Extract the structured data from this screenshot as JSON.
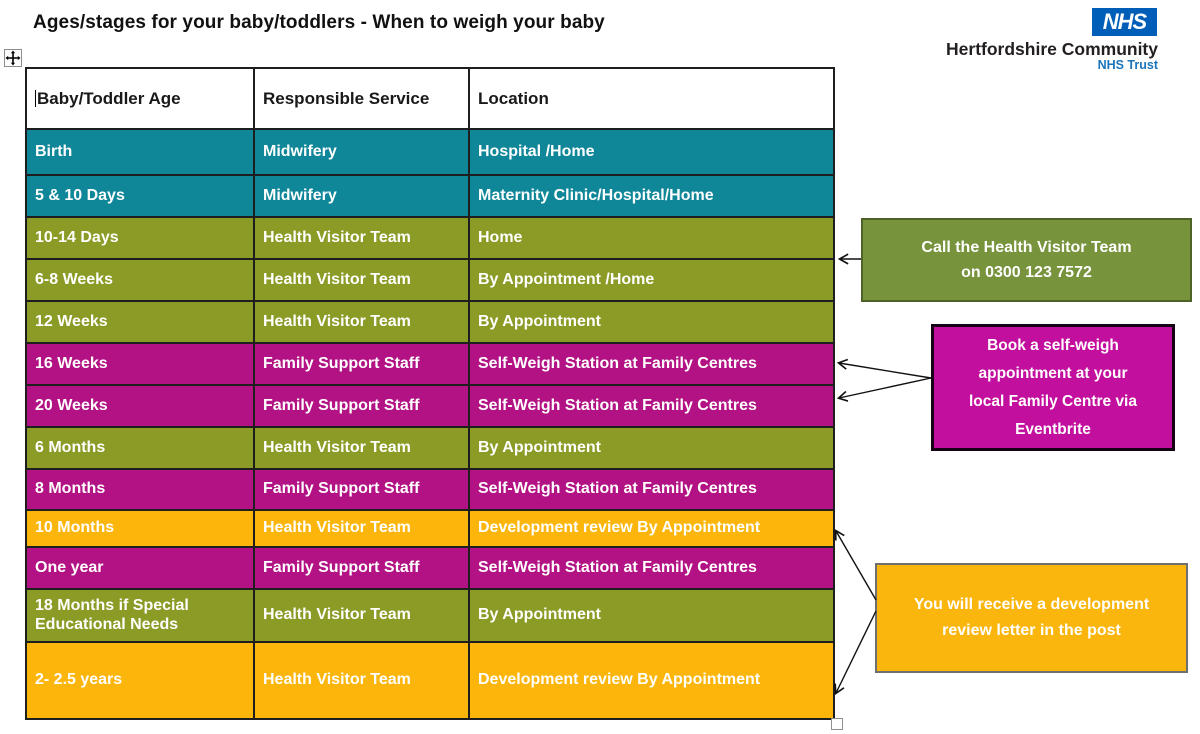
{
  "page": {
    "title": "Ages/stages for your baby/toddlers - When to weigh your baby"
  },
  "logo": {
    "mark": "NHS",
    "org": "Hertfordshire Community",
    "trust": "NHS Trust"
  },
  "table": {
    "headers": [
      "Baby/Toddler Age",
      "Responsible Service",
      "Location"
    ],
    "rows": [
      {
        "color": "teal",
        "cells": [
          "Birth",
          "Midwifery",
          "Hospital /Home"
        ]
      },
      {
        "color": "teal",
        "cells": [
          "5 & 10 Days",
          "Midwifery",
          "Maternity Clinic/Hospital/Home"
        ]
      },
      {
        "color": "olive",
        "cells": [
          "10-14 Days",
          "Health Visitor Team",
          "Home"
        ]
      },
      {
        "color": "olive",
        "cells": [
          "6-8 Weeks",
          "Health Visitor Team",
          "By Appointment /Home"
        ]
      },
      {
        "color": "olive",
        "cells": [
          "12 Weeks",
          "Health Visitor Team",
          "By Appointment"
        ]
      },
      {
        "color": "magenta",
        "cells": [
          "16 Weeks",
          "Family Support Staff",
          "Self-Weigh Station at Family Centres"
        ]
      },
      {
        "color": "magenta",
        "cells": [
          "20 Weeks",
          "Family Support Staff",
          "Self-Weigh Station at Family Centres"
        ]
      },
      {
        "color": "olive",
        "cells": [
          "6 Months",
          "Health Visitor Team",
          "By Appointment"
        ]
      },
      {
        "color": "magenta",
        "cells": [
          "8 Months",
          "Family Support Staff",
          "Self-Weigh Station at Family Centres"
        ]
      },
      {
        "color": "gold",
        "cells": [
          "10 Months",
          "Health Visitor Team",
          "Development review By Appointment"
        ]
      },
      {
        "color": "magenta",
        "cells": [
          "One year",
          "Family Support Staff",
          "Self-Weigh Station at Family Centres"
        ]
      },
      {
        "color": "olive",
        "cells": [
          "18 Months if Special Educational Needs",
          "Health Visitor Team",
          "By Appointment"
        ]
      },
      {
        "color": "gold",
        "cells": [
          "2- 2.5 years",
          "Health Visitor Team",
          "Development review By Appointment"
        ]
      }
    ]
  },
  "callouts": {
    "health_visitor": {
      "lines": [
        "Call the Health Visitor Team",
        "on 0300 123 7572"
      ]
    },
    "self_weigh": {
      "lines": [
        "Book a self-weigh",
        "appointment at your",
        "local Family Centre via",
        "Eventbrite"
      ]
    },
    "development_review": {
      "lines": [
        "You will receive a development",
        "review letter in the post"
      ]
    }
  },
  "colors": {
    "row_teal": "#0F8799",
    "row_olive": "#8C9B26",
    "row_magenta": "#B21283",
    "row_gold": "#FCB60B",
    "callout_green": "#77933C",
    "callout_green_border": "#4F6228",
    "callout_magenta": "#C30F9E",
    "callout_yellow": "#FBB60E",
    "nhs_blue": "#005EB8"
  }
}
